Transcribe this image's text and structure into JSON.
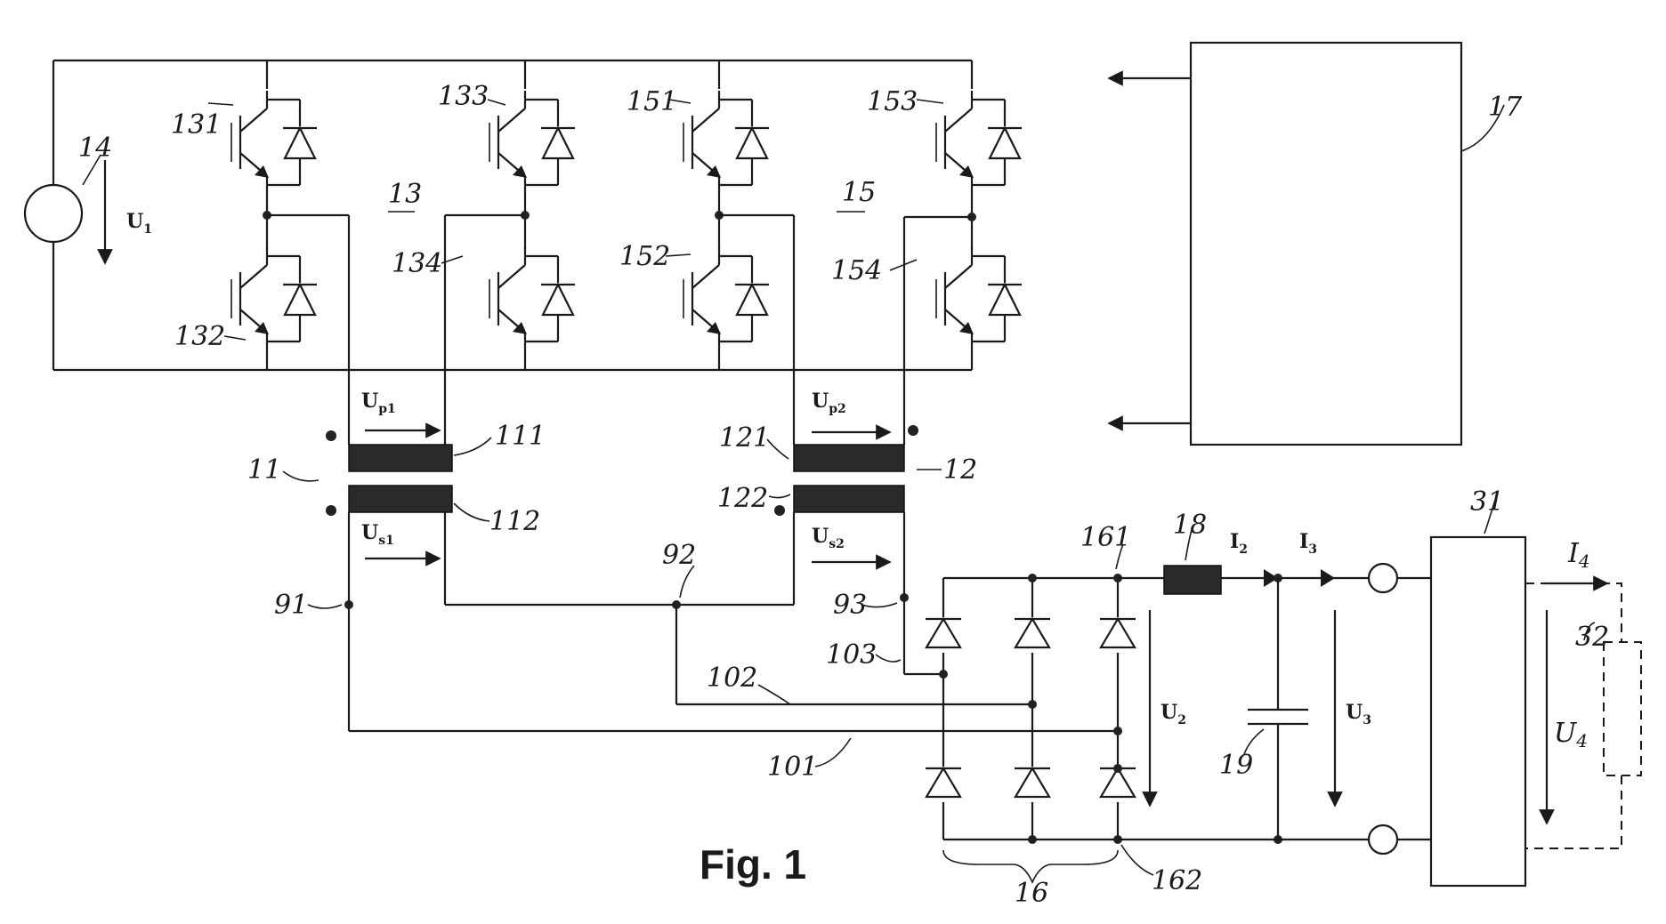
{
  "figure": {
    "caption": "Fig. 1"
  },
  "components": {
    "source": "14",
    "bridge_left": "13",
    "bridge_right": "15",
    "controller": "17",
    "switches": [
      "131",
      "132",
      "133",
      "134",
      "151",
      "152",
      "153",
      "154"
    ],
    "transformer_1": "11",
    "transformer_1_primary": "111",
    "transformer_1_secondary": "112",
    "transformer_2": "12",
    "transformer_2_primary": "121",
    "transformer_2_secondary": "122",
    "rectifier": "16",
    "rectifier_top_node": "161",
    "rectifier_bottom_node": "162",
    "inductor": "18",
    "capacitor": "19",
    "converter": "31",
    "load": "32"
  },
  "nodes": [
    "91",
    "92",
    "93"
  ],
  "lines": [
    "101",
    "102",
    "103"
  ],
  "quantities": {
    "u1": {
      "main": "U",
      "sub": "1"
    },
    "up1": {
      "main": "U",
      "sub": "p1"
    },
    "us1": {
      "main": "U",
      "sub": "s1"
    },
    "up2": {
      "main": "U",
      "sub": "p2"
    },
    "us2": {
      "main": "U",
      "sub": "s2"
    },
    "u2": {
      "main": "U",
      "sub": "2"
    },
    "u3": {
      "main": "U",
      "sub": "3"
    },
    "i2": {
      "main": "I",
      "sub": "2"
    },
    "i3": {
      "main": "I",
      "sub": "3"
    },
    "i4": {
      "main": "I",
      "sub": "4"
    },
    "u4": {
      "main": "U",
      "sub": "4"
    }
  }
}
